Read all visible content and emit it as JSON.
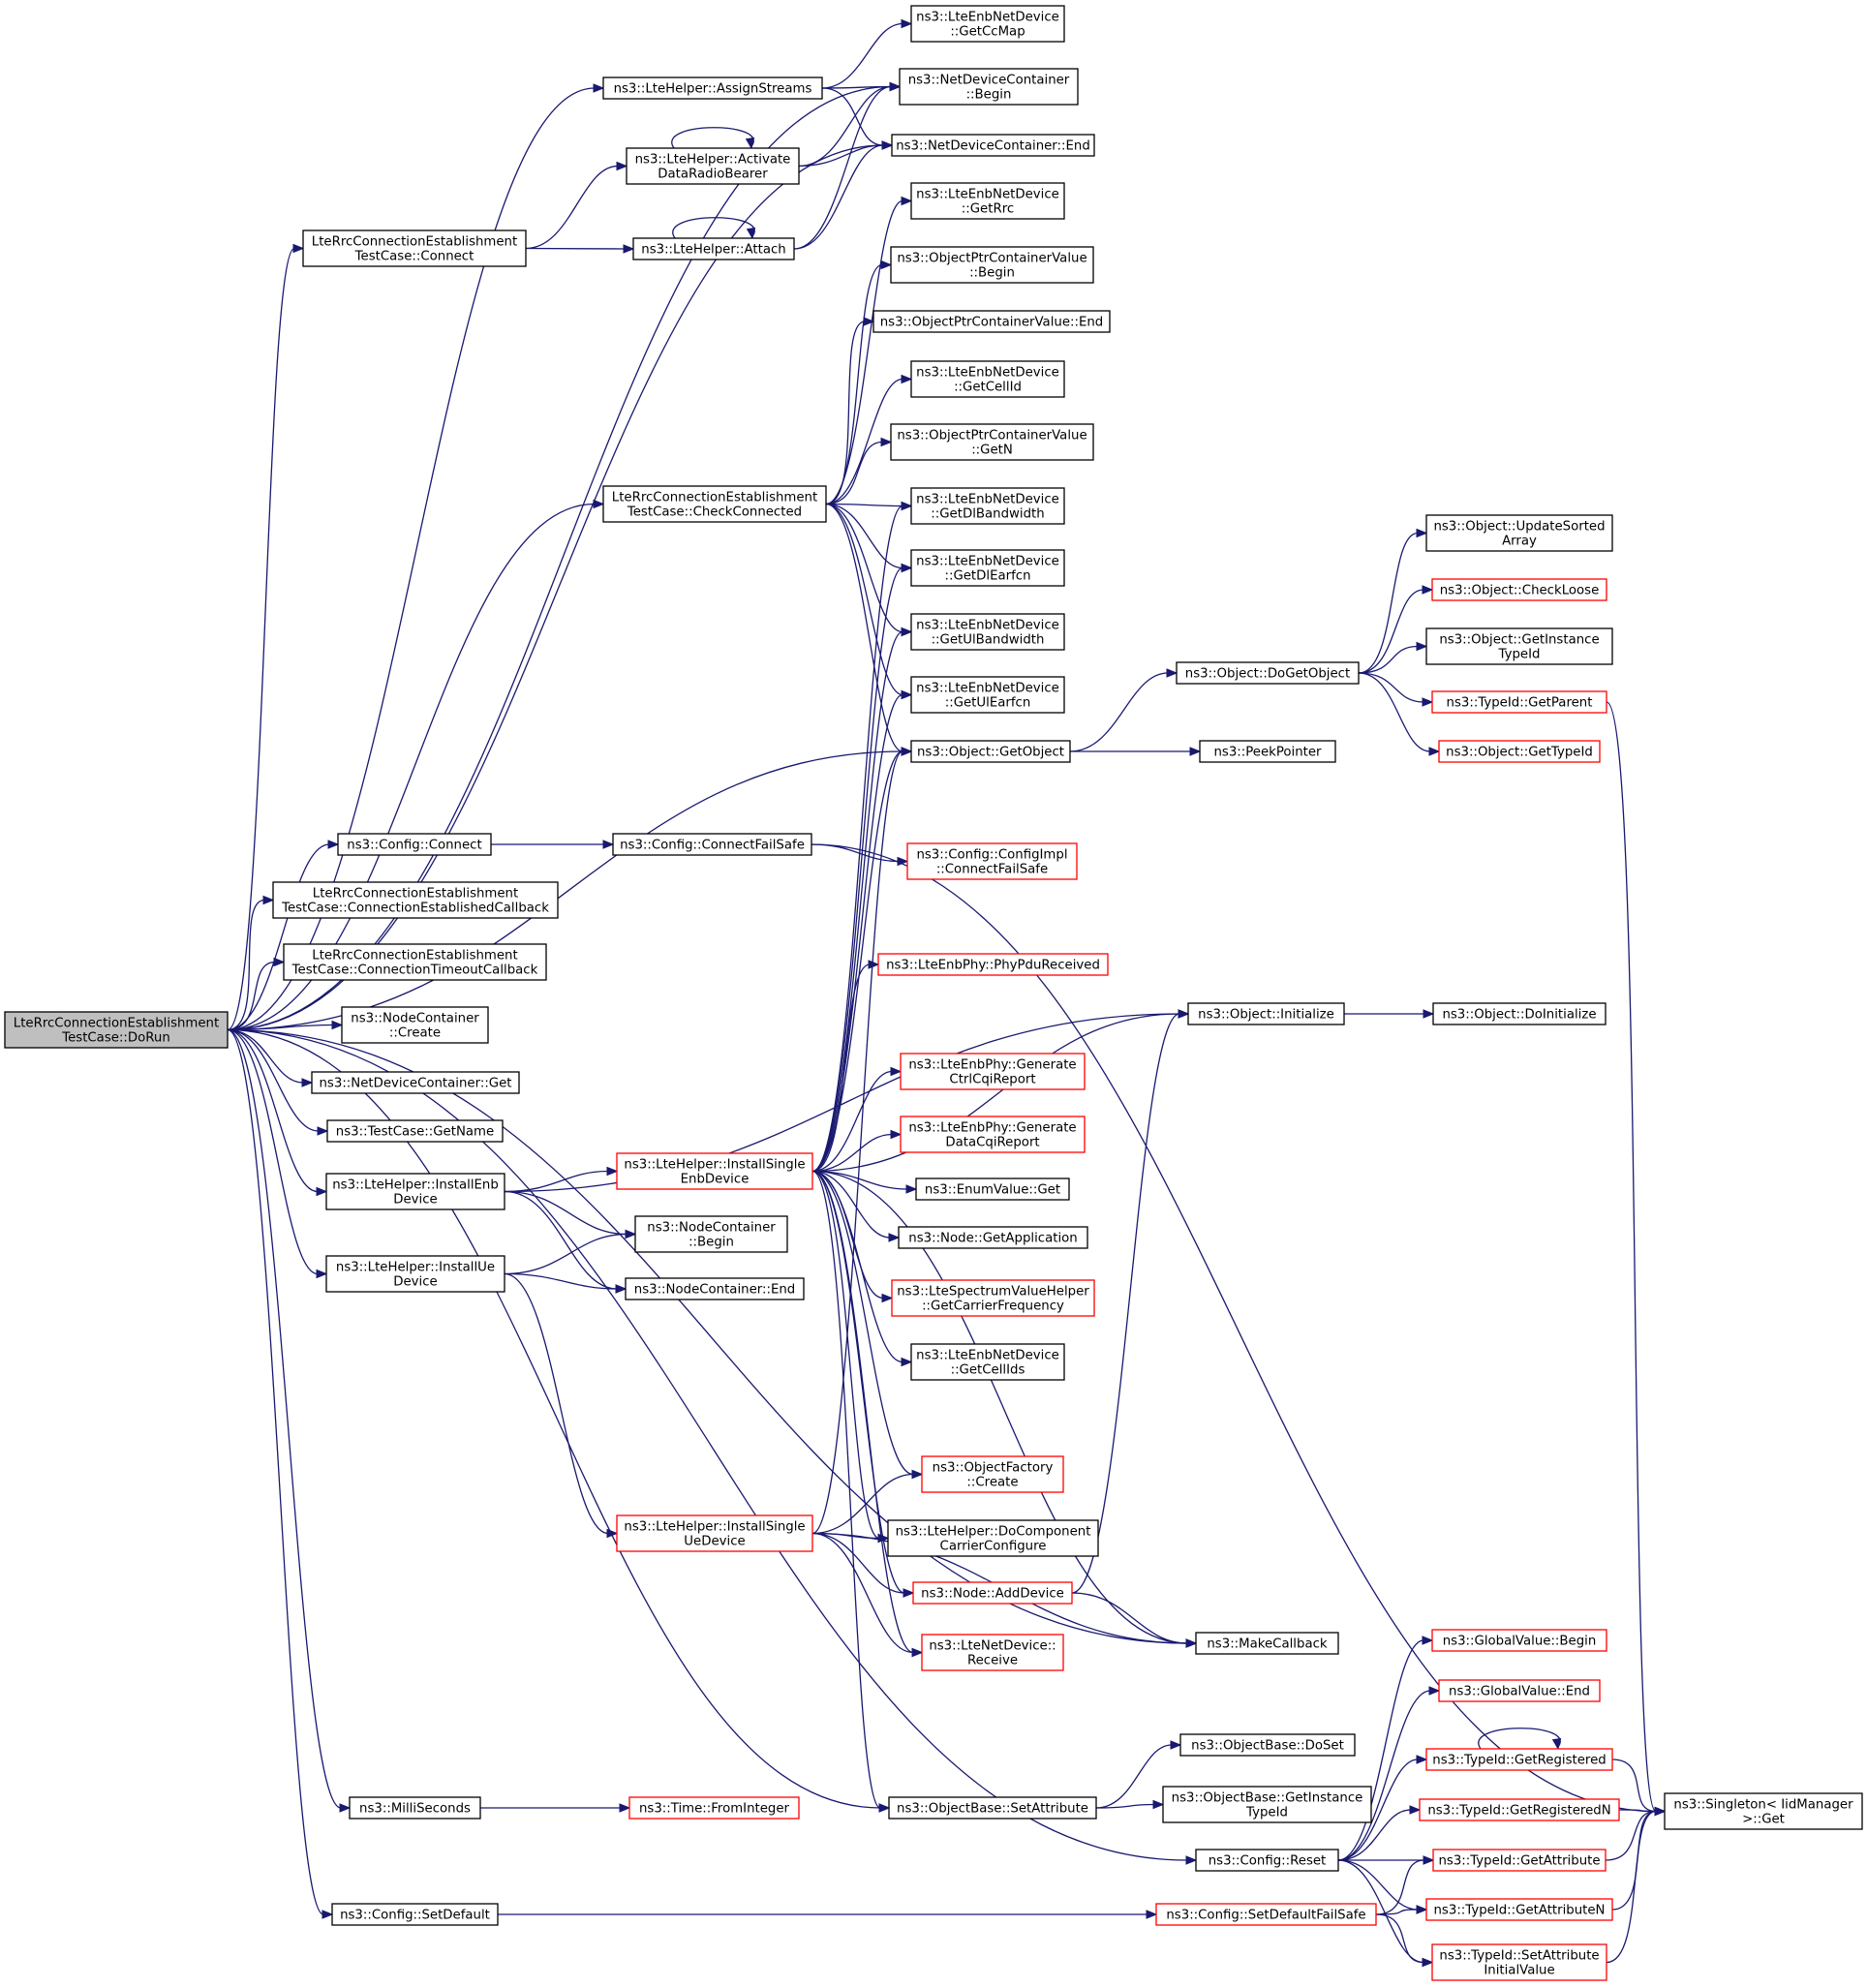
{
  "colors": {
    "edge": "#191970",
    "node_border": "#000000",
    "node_border_external": "#ff0000",
    "root_fill": "#bfbfbf"
  },
  "nodes": [
    {
      "id": "n_dorun",
      "lines": [
        "LteRrcConnectionEstablishment",
        "TestCase::DoRun"
      ],
      "style": "root"
    },
    {
      "id": "n_connect",
      "lines": [
        "LteRrcConnectionEstablishment",
        "TestCase::Connect"
      ]
    },
    {
      "id": "n_checkconnected",
      "lines": [
        "LteRrcConnectionEstablishment",
        "TestCase::CheckConnected"
      ]
    },
    {
      "id": "n_cfgconnect",
      "lines": [
        "ns3::Config::Connect"
      ]
    },
    {
      "id": "n_connestcb",
      "lines": [
        "LteRrcConnectionEstablishment",
        "TestCase::ConnectionEstablishedCallback"
      ]
    },
    {
      "id": "n_conntimeoutcb",
      "lines": [
        "LteRrcConnectionEstablishment",
        "TestCase::ConnectionTimeoutCallback"
      ]
    },
    {
      "id": "n_nccreate",
      "lines": [
        "ns3::NodeContainer",
        "::Create"
      ]
    },
    {
      "id": "n_ndcget",
      "lines": [
        "ns3::NetDeviceContainer::Get"
      ]
    },
    {
      "id": "n_tcgetname",
      "lines": [
        "ns3::TestCase::GetName"
      ]
    },
    {
      "id": "n_installenb",
      "lines": [
        "ns3::LteHelper::InstallEnb",
        "Device"
      ]
    },
    {
      "id": "n_installue",
      "lines": [
        "ns3::LteHelper::InstallUe",
        "Device"
      ]
    },
    {
      "id": "n_milliseconds",
      "lines": [
        "ns3::MilliSeconds"
      ]
    },
    {
      "id": "n_cfgsetdefault",
      "lines": [
        "ns3::Config::SetDefault"
      ]
    },
    {
      "id": "n_assignstreams",
      "lines": [
        "ns3::LteHelper::AssignStreams"
      ]
    },
    {
      "id": "n_activatedrb",
      "lines": [
        "ns3::LteHelper::Activate",
        "DataRadioBearer"
      ]
    },
    {
      "id": "n_attach",
      "lines": [
        "ns3::LteHelper::Attach"
      ]
    },
    {
      "id": "n_cfgconnectfs",
      "lines": [
        "ns3::Config::ConnectFailSafe"
      ]
    },
    {
      "id": "n_installsingleenb",
      "lines": [
        "ns3::LteHelper::InstallSingle",
        "EnbDevice"
      ],
      "style": "red"
    },
    {
      "id": "n_installsingleue",
      "lines": [
        "ns3::LteHelper::InstallSingle",
        "UeDevice"
      ],
      "style": "red"
    },
    {
      "id": "n_ncbegin",
      "lines": [
        "ns3::NodeContainer",
        "::Begin"
      ]
    },
    {
      "id": "n_ncend",
      "lines": [
        "ns3::NodeContainer::End"
      ]
    },
    {
      "id": "n_fromint",
      "lines": [
        "ns3::Time::FromInteger"
      ],
      "style": "red"
    },
    {
      "id": "n_getccmap",
      "lines": [
        "ns3::LteEnbNetDevice",
        "::GetCcMap"
      ]
    },
    {
      "id": "n_ndcbegin",
      "lines": [
        "ns3::NetDeviceContainer",
        "::Begin"
      ]
    },
    {
      "id": "n_ndcend",
      "lines": [
        "ns3::NetDeviceContainer::End"
      ]
    },
    {
      "id": "n_getrrc",
      "lines": [
        "ns3::LteEnbNetDevice",
        "::GetRrc"
      ]
    },
    {
      "id": "n_opcvbegin",
      "lines": [
        "ns3::ObjectPtrContainerValue",
        "::Begin"
      ]
    },
    {
      "id": "n_opcvend",
      "lines": [
        "ns3::ObjectPtrContainerValue::End"
      ]
    },
    {
      "id": "n_getcellid",
      "lines": [
        "ns3::LteEnbNetDevice",
        "::GetCellId"
      ]
    },
    {
      "id": "n_opcvgetn",
      "lines": [
        "ns3::ObjectPtrContainerValue",
        "::GetN"
      ]
    },
    {
      "id": "n_getdlbw",
      "lines": [
        "ns3::LteEnbNetDevice",
        "::GetDlBandwidth"
      ]
    },
    {
      "id": "n_getdlearfcn",
      "lines": [
        "ns3::LteEnbNetDevice",
        "::GetDlEarfcn"
      ]
    },
    {
      "id": "n_getulbw",
      "lines": [
        "ns3::LteEnbNetDevice",
        "::GetUlBandwidth"
      ]
    },
    {
      "id": "n_getulearfcn",
      "lines": [
        "ns3::LteEnbNetDevice",
        "::GetUlEarfcn"
      ]
    },
    {
      "id": "n_getobject",
      "lines": [
        "ns3::Object::GetObject"
      ]
    },
    {
      "id": "n_cfgimplcfs",
      "lines": [
        "ns3::Config::ConfigImpl",
        "::ConnectFailSafe"
      ],
      "style": "red"
    },
    {
      "id": "n_phypdu",
      "lines": [
        "ns3::LteEnbPhy::PhyPduReceived"
      ],
      "style": "red"
    },
    {
      "id": "n_genctrlcqi",
      "lines": [
        "ns3::LteEnbPhy::Generate",
        "CtrlCqiReport"
      ],
      "style": "red"
    },
    {
      "id": "n_gendatacqi",
      "lines": [
        "ns3::LteEnbPhy::Generate",
        "DataCqiReport"
      ],
      "style": "red"
    },
    {
      "id": "n_enumget",
      "lines": [
        "ns3::EnumValue::Get"
      ]
    },
    {
      "id": "n_getapp",
      "lines": [
        "ns3::Node::GetApplication"
      ]
    },
    {
      "id": "n_getcarrierfreq",
      "lines": [
        "ns3::LteSpectrumValueHelper",
        "::GetCarrierFrequency"
      ],
      "style": "red"
    },
    {
      "id": "n_getcellids",
      "lines": [
        "ns3::LteEnbNetDevice",
        "::GetCellIds"
      ]
    },
    {
      "id": "n_ofcreate",
      "lines": [
        "ns3::ObjectFactory",
        "::Create"
      ],
      "style": "red"
    },
    {
      "id": "n_docc",
      "lines": [
        "ns3::LteHelper::DoComponent",
        "CarrierConfigure"
      ]
    },
    {
      "id": "n_adddevice",
      "lines": [
        "ns3::Node::AddDevice"
      ],
      "style": "red"
    },
    {
      "id": "n_ltendreceive",
      "lines": [
        "ns3::LteNetDevice::",
        "Receive"
      ],
      "style": "red"
    },
    {
      "id": "n_setattribute",
      "lines": [
        "ns3::ObjectBase::SetAttribute"
      ]
    },
    {
      "id": "n_cfgreset",
      "lines": [
        "ns3::Config::Reset"
      ]
    },
    {
      "id": "n_cfgsetdefaultfs",
      "lines": [
        "ns3::Config::SetDefaultFailSafe"
      ],
      "style": "red"
    },
    {
      "id": "n_dogetobject",
      "lines": [
        "ns3::Object::DoGetObject"
      ]
    },
    {
      "id": "n_peekpointer",
      "lines": [
        "ns3::PeekPointer"
      ]
    },
    {
      "id": "n_initialize",
      "lines": [
        "ns3::Object::Initialize"
      ]
    },
    {
      "id": "n_makecallback",
      "lines": [
        "ns3::MakeCallback"
      ]
    },
    {
      "id": "n_doset",
      "lines": [
        "ns3::ObjectBase::DoSet"
      ]
    },
    {
      "id": "n_obgetinstance",
      "lines": [
        "ns3::ObjectBase::GetInstance",
        "TypeId"
      ]
    },
    {
      "id": "n_updatesorted",
      "lines": [
        "ns3::Object::UpdateSorted",
        "Array"
      ]
    },
    {
      "id": "n_checkloose",
      "lines": [
        "ns3::Object::CheckLoose"
      ],
      "style": "red"
    },
    {
      "id": "n_ogetinstance",
      "lines": [
        "ns3::Object::GetInstance",
        "TypeId"
      ]
    },
    {
      "id": "n_getparent",
      "lines": [
        "ns3::TypeId::GetParent"
      ],
      "style": "red"
    },
    {
      "id": "n_ogettypeid",
      "lines": [
        "ns3::Object::GetTypeId"
      ],
      "style": "red"
    },
    {
      "id": "n_doinitialize",
      "lines": [
        "ns3::Object::DoInitialize"
      ]
    },
    {
      "id": "n_gvbegin",
      "lines": [
        "ns3::GlobalValue::Begin"
      ],
      "style": "red"
    },
    {
      "id": "n_gvend",
      "lines": [
        "ns3::GlobalValue::End"
      ],
      "style": "red"
    },
    {
      "id": "n_getregistered",
      "lines": [
        "ns3::TypeId::GetRegistered"
      ],
      "style": "red"
    },
    {
      "id": "n_getregisteredn",
      "lines": [
        "ns3::TypeId::GetRegisteredN"
      ],
      "style": "red"
    },
    {
      "id": "n_getattribute",
      "lines": [
        "ns3::TypeId::GetAttribute"
      ],
      "style": "red"
    },
    {
      "id": "n_getattributen",
      "lines": [
        "ns3::TypeId::GetAttributeN"
      ],
      "style": "red"
    },
    {
      "id": "n_setattrinit",
      "lines": [
        "ns3::TypeId::SetAttribute",
        "InitialValue"
      ],
      "style": "red"
    },
    {
      "id": "n_singletonget",
      "lines": [
        "ns3::Singleton< IidManager",
        ">::Get"
      ]
    }
  ],
  "edges": [
    [
      "n_dorun",
      "n_connect"
    ],
    [
      "n_dorun",
      "n_checkconnected"
    ],
    [
      "n_dorun",
      "n_cfgconnect"
    ],
    [
      "n_dorun",
      "n_connestcb"
    ],
    [
      "n_dorun",
      "n_conntimeoutcb"
    ],
    [
      "n_dorun",
      "n_nccreate"
    ],
    [
      "n_dorun",
      "n_ndcget"
    ],
    [
      "n_dorun",
      "n_tcgetname"
    ],
    [
      "n_dorun",
      "n_installenb"
    ],
    [
      "n_dorun",
      "n_installue"
    ],
    [
      "n_dorun",
      "n_milliseconds"
    ],
    [
      "n_dorun",
      "n_cfgsetdefault"
    ],
    [
      "n_dorun",
      "n_assignstreams"
    ],
    [
      "n_dorun",
      "n_ndcbegin"
    ],
    [
      "n_dorun",
      "n_ndcend"
    ],
    [
      "n_dorun",
      "n_getobject"
    ],
    [
      "n_dorun",
      "n_makecallback"
    ],
    [
      "n_dorun",
      "n_setattribute"
    ],
    [
      "n_dorun",
      "n_cfgreset"
    ],
    [
      "n_connect",
      "n_activatedrb"
    ],
    [
      "n_connect",
      "n_attach"
    ],
    [
      "n_assignstreams",
      "n_getccmap"
    ],
    [
      "n_assignstreams",
      "n_ndcbegin"
    ],
    [
      "n_assignstreams",
      "n_ndcend"
    ],
    [
      "n_activatedrb",
      "n_activatedrb"
    ],
    [
      "n_activatedrb",
      "n_ndcbegin"
    ],
    [
      "n_activatedrb",
      "n_ndcend"
    ],
    [
      "n_attach",
      "n_attach"
    ],
    [
      "n_attach",
      "n_ndcbegin"
    ],
    [
      "n_attach",
      "n_ndcend"
    ],
    [
      "n_checkconnected",
      "n_getrrc"
    ],
    [
      "n_checkconnected",
      "n_opcvbegin"
    ],
    [
      "n_checkconnected",
      "n_opcvend"
    ],
    [
      "n_checkconnected",
      "n_getcellid"
    ],
    [
      "n_checkconnected",
      "n_opcvgetn"
    ],
    [
      "n_checkconnected",
      "n_getdlbw"
    ],
    [
      "n_checkconnected",
      "n_getdlearfcn"
    ],
    [
      "n_checkconnected",
      "n_getulbw"
    ],
    [
      "n_checkconnected",
      "n_getulearfcn"
    ],
    [
      "n_checkconnected",
      "n_getobject"
    ],
    [
      "n_cfgconnect",
      "n_cfgconnectfs"
    ],
    [
      "n_cfgconnectfs",
      "n_cfgimplcfs"
    ],
    [
      "n_cfgconnectfs",
      "n_singletonget"
    ],
    [
      "n_installenb",
      "n_installsingleenb"
    ],
    [
      "n_installenb",
      "n_ncbegin"
    ],
    [
      "n_installenb",
      "n_ncend"
    ],
    [
      "n_installenb",
      "n_initialize"
    ],
    [
      "n_installue",
      "n_installsingleue"
    ],
    [
      "n_installue",
      "n_ncbegin"
    ],
    [
      "n_installue",
      "n_ncend"
    ],
    [
      "n_milliseconds",
      "n_fromint"
    ],
    [
      "n_cfgsetdefault",
      "n_cfgsetdefaultfs"
    ],
    [
      "n_installsingleenb",
      "n_getobject"
    ],
    [
      "n_installsingleenb",
      "n_getdlbw"
    ],
    [
      "n_installsingleenb",
      "n_getdlearfcn"
    ],
    [
      "n_installsingleenb",
      "n_getulbw"
    ],
    [
      "n_installsingleenb",
      "n_getulearfcn"
    ],
    [
      "n_installsingleenb",
      "n_phypdu"
    ],
    [
      "n_installsingleenb",
      "n_initialize"
    ],
    [
      "n_installsingleenb",
      "n_genctrlcqi"
    ],
    [
      "n_installsingleenb",
      "n_gendatacqi"
    ],
    [
      "n_installsingleenb",
      "n_enumget"
    ],
    [
      "n_installsingleenb",
      "n_getapp"
    ],
    [
      "n_installsingleenb",
      "n_getcarrierfreq"
    ],
    [
      "n_installsingleenb",
      "n_getcellids"
    ],
    [
      "n_installsingleenb",
      "n_ofcreate"
    ],
    [
      "n_installsingleenb",
      "n_docc"
    ],
    [
      "n_installsingleenb",
      "n_adddevice"
    ],
    [
      "n_installsingleenb",
      "n_ltendreceive"
    ],
    [
      "n_installsingleenb",
      "n_makecallback"
    ],
    [
      "n_installsingleenb",
      "n_setattribute"
    ],
    [
      "n_installsingleue",
      "n_getobject"
    ],
    [
      "n_installsingleue",
      "n_ofcreate"
    ],
    [
      "n_installsingleue",
      "n_docc"
    ],
    [
      "n_installsingleue",
      "n_adddevice"
    ],
    [
      "n_installsingleue",
      "n_ltendreceive"
    ],
    [
      "n_installsingleue",
      "n_makecallback"
    ],
    [
      "n_getobject",
      "n_dogetobject"
    ],
    [
      "n_getobject",
      "n_peekpointer"
    ],
    [
      "n_dogetobject",
      "n_updatesorted"
    ],
    [
      "n_dogetobject",
      "n_checkloose"
    ],
    [
      "n_dogetobject",
      "n_ogetinstance"
    ],
    [
      "n_dogetobject",
      "n_getparent"
    ],
    [
      "n_dogetobject",
      "n_ogettypeid"
    ],
    [
      "n_getparent",
      "n_singletonget"
    ],
    [
      "n_initialize",
      "n_doinitialize"
    ],
    [
      "n_adddevice",
      "n_initialize"
    ],
    [
      "n_adddevice",
      "n_makecallback"
    ],
    [
      "n_setattribute",
      "n_doset"
    ],
    [
      "n_setattribute",
      "n_obgetinstance"
    ],
    [
      "n_cfgreset",
      "n_gvbegin"
    ],
    [
      "n_cfgreset",
      "n_gvend"
    ],
    [
      "n_cfgreset",
      "n_getregistered"
    ],
    [
      "n_cfgreset",
      "n_getregisteredn"
    ],
    [
      "n_cfgreset",
      "n_getattribute"
    ],
    [
      "n_cfgreset",
      "n_getattributen"
    ],
    [
      "n_cfgreset",
      "n_setattrinit"
    ],
    [
      "n_cfgsetdefaultfs",
      "n_getattribute"
    ],
    [
      "n_cfgsetdefaultfs",
      "n_getattributen"
    ],
    [
      "n_cfgsetdefaultfs",
      "n_setattrinit"
    ],
    [
      "n_getregistered",
      "n_getregistered"
    ],
    [
      "n_getregistered",
      "n_singletonget"
    ],
    [
      "n_getregisteredn",
      "n_singletonget"
    ],
    [
      "n_getattribute",
      "n_singletonget"
    ],
    [
      "n_getattributen",
      "n_singletonget"
    ],
    [
      "n_setattrinit",
      "n_singletonget"
    ]
  ]
}
